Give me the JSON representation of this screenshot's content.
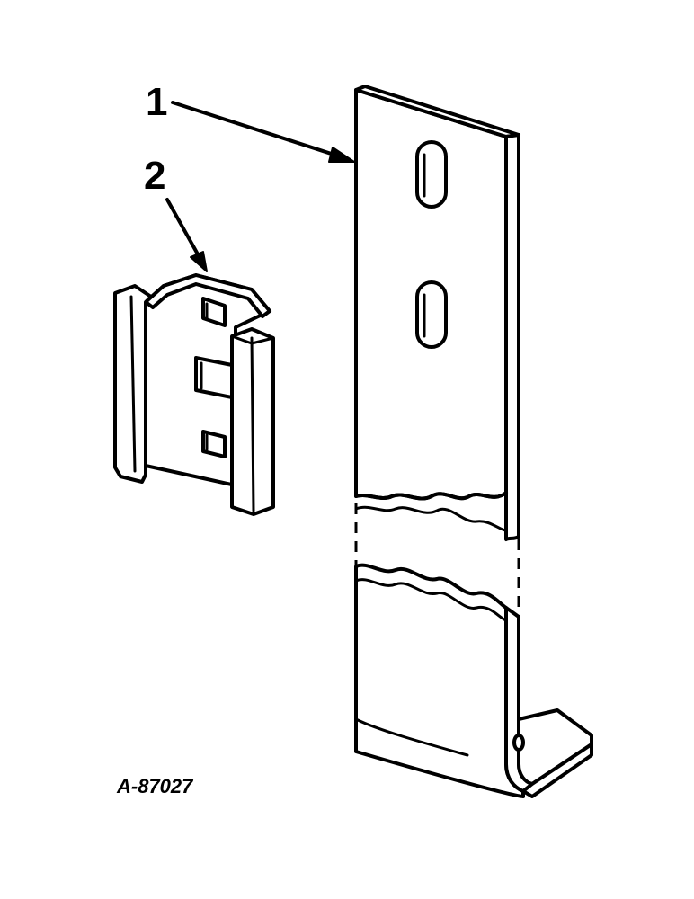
{
  "diagram": {
    "callouts": [
      {
        "id": "1",
        "label": "1"
      },
      {
        "id": "2",
        "label": "2"
      }
    ],
    "reference_number": "A-87027",
    "colors": {
      "ink": "#000000",
      "paper": "#ffffff"
    }
  }
}
